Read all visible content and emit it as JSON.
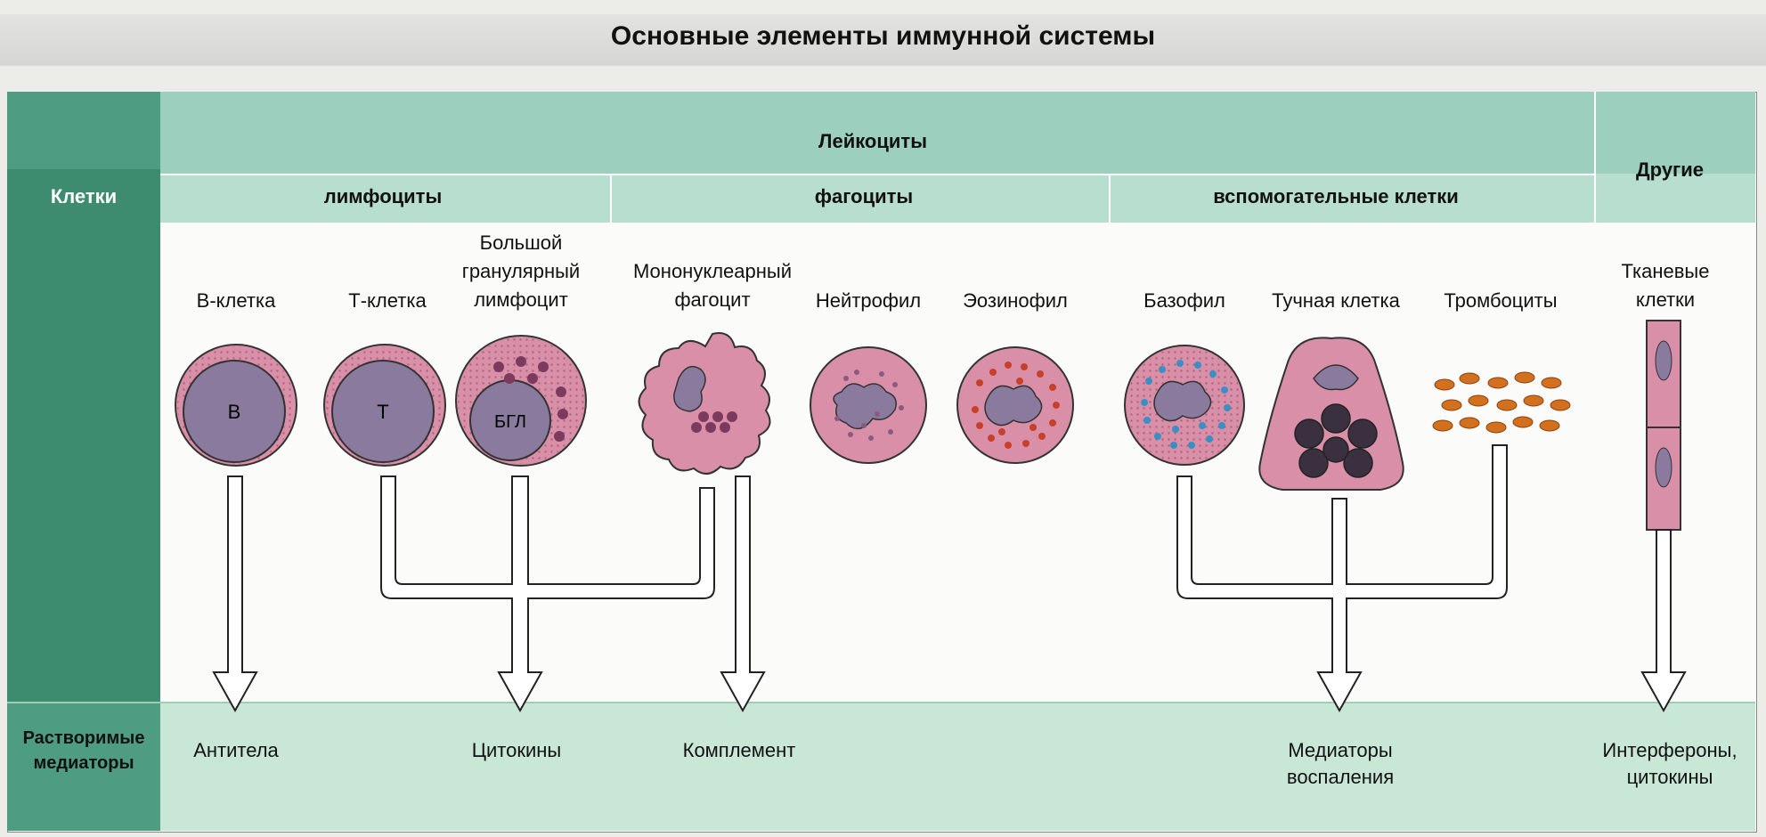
{
  "title": "Основные элементы иммунной системы",
  "header": {
    "leukocytes": "Лейкоциты",
    "cells": "Клетки",
    "lymphocytes": "лимфоциты",
    "phagocytes": "фагоциты",
    "auxiliary": "вспомогательные клетки",
    "other": "Другие"
  },
  "cell_types": {
    "b_cell": "В-клетка",
    "t_cell": "Т-клетка",
    "lgl_line1": "Большой",
    "lgl_line2": "гранулярный",
    "lgl_line3": "лимфоцит",
    "mono_line1": "Мононуклеарный",
    "mono_line2": "фагоцит",
    "neutrophil": "Нейтрофил",
    "eosinophil": "Эозинофил",
    "basophil": "Базофил",
    "mast_cell": "Тучная клетка",
    "platelets": "Тромбоциты",
    "tissue_line1": "Тканевые",
    "tissue_line2": "клетки"
  },
  "cell_marks": {
    "b": "B",
    "t": "T",
    "lgl": "БГЛ"
  },
  "mediators": {
    "row_label_line1": "Растворимые",
    "row_label_line2": "медиаторы",
    "antibodies": "Антитела",
    "cytokines": "Цитокины",
    "complement": "Комплемент",
    "inflammation_line1": "Медиаторы",
    "inflammation_line2": "воспаления",
    "interferons_line1": "Интерфероны,",
    "interferons_line2": "цитокины"
  },
  "colors": {
    "header_dark": "#4e9d82",
    "header_light": "#9ccfbd",
    "cell_membrane": "#d98fa8",
    "nucleus": "#8a7a9e",
    "granule_blue": "#3a8fc4",
    "granule_red": "#c7402a",
    "platelet": "#d2701e"
  }
}
